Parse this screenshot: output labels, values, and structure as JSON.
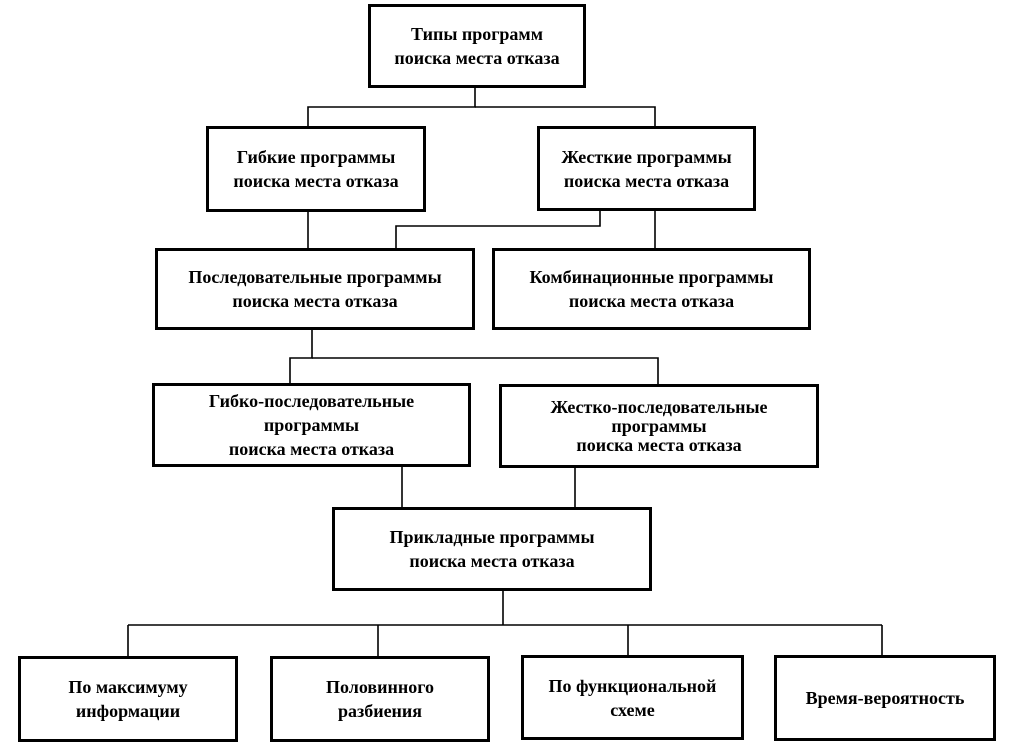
{
  "diagram": {
    "root": {
      "line1": "Типы программ",
      "line2": "поиска места отказа"
    },
    "flexible": {
      "line1": "Гибкие программы",
      "line2": "поиска места отказа"
    },
    "rigid": {
      "line1": "Жесткие программы",
      "line2": "поиска места отказа"
    },
    "sequential": {
      "line1": "Последовательные программы",
      "line2": "поиска места отказа"
    },
    "combinational": {
      "line1": "Комбинационные программы",
      "line2": "поиска места отказа"
    },
    "flex_seq": {
      "line1": "Гибко-последовательные",
      "line2": "программы",
      "line3": "поиска места отказа"
    },
    "rigid_seq": {
      "line1": "Жестко-последовательные",
      "line2": "программы",
      "line3": "поиска места отказа"
    },
    "applied": {
      "line1": "Прикладные программы",
      "line2": "поиска места отказа"
    },
    "max_info": {
      "line1": "По максимуму",
      "line2": "информации"
    },
    "half_split": {
      "line1": "Половинного",
      "line2": "разбиения"
    },
    "functional": {
      "line1": "По функциональной",
      "line2": "схеме"
    },
    "time_prob": {
      "line1": "Время-вероятность"
    }
  }
}
